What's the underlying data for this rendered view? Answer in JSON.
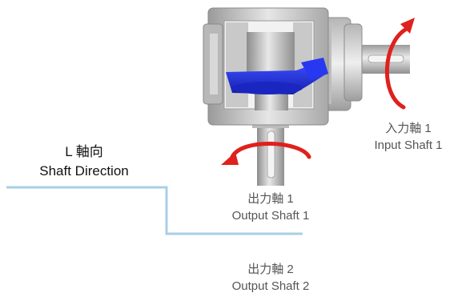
{
  "axis_label": {
    "line1": "L 軸向",
    "line2": "Shaft Direction"
  },
  "input_shaft": {
    "line1": "入力軸 1",
    "line2": "Input Shaft 1"
  },
  "output_shaft_1": {
    "line1": "出力軸 1",
    "line2": "Output Shaft 1"
  },
  "output_shaft_2": {
    "line1": "出力軸 2",
    "line2": "Output Shaft 2"
  },
  "colors": {
    "gear": "#1f2fd4",
    "arrow": "#e0201c",
    "housing": "#cfcfcf",
    "direction_line": "#a8cfe6"
  }
}
